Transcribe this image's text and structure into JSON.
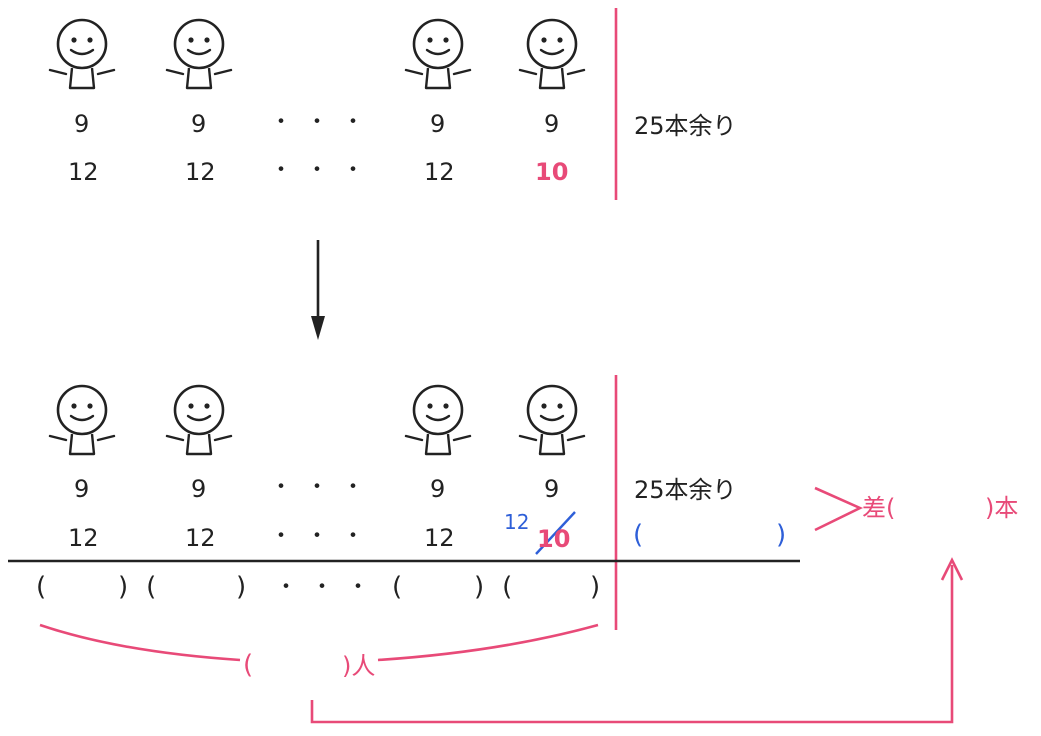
{
  "top_row": {
    "first_values": [
      "9",
      "9",
      "・・・",
      "9",
      "9"
    ],
    "second_values": [
      "12",
      "12",
      "・・・",
      "12",
      "10"
    ],
    "remainder": "25本余り"
  },
  "bottom_row": {
    "first_values": [
      "9",
      "9",
      "・・・",
      "9",
      "9"
    ],
    "second_values": [
      "12",
      "12",
      "・・・",
      "12"
    ],
    "corrected_new": "12",
    "corrected_old": "10",
    "remainder": "25本余り",
    "remainder_blank_open": "(",
    "remainder_blank_close": ")",
    "answer_parens": [
      "(",
      ")(",
      ")",
      "・・・",
      "(",
      ")(",
      ")"
    ]
  },
  "brace_label": {
    "open": "(",
    "close": ")人"
  },
  "difference_label": {
    "prefix": "差(",
    "suffix": ")本"
  },
  "colors": {
    "pink": "#e84a78",
    "blue": "#2e5fd8",
    "black": "#222222"
  },
  "icons": [
    "smiley-person-icon",
    "down-arrow-icon",
    "up-arrow-icon"
  ]
}
